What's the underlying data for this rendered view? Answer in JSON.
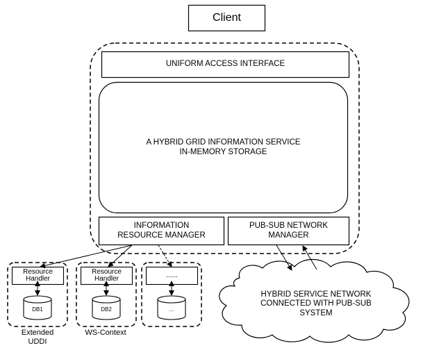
{
  "client": {
    "label": "Client"
  },
  "uniform_access_interface": {
    "label": "UNIFORM ACCESS INTERFACE"
  },
  "hybrid_service": {
    "line1": "A HYBRID GRID INFORMATION SERVICE",
    "line2": "IN-MEMORY STORAGE"
  },
  "information_resource_manager": {
    "line1": "INFORMATION",
    "line2": "RESOURCE MANAGER"
  },
  "pubsub_network_manager": {
    "line1": "PUB-SUB NETWORK",
    "line2": "MANAGER"
  },
  "backends": [
    {
      "handler_line1": "Resource",
      "handler_line2": "Handler",
      "db": "DB1",
      "caption_line1": "Extended",
      "caption_line2": "UDDI"
    },
    {
      "handler_line1": "Resource",
      "handler_line2": "Handler",
      "db": "DB2",
      "caption_line1": "WS-Context",
      "caption_line2": ""
    },
    {
      "handler_line1": "......",
      "handler_line2": "",
      "db": "...",
      "caption_line1": "",
      "caption_line2": ""
    }
  ],
  "cloud": {
    "line1": "HYBRID SERVICE  NETWORK",
    "line2": "CONNECTED WITH PUB-SUB",
    "line3": "SYSTEM"
  },
  "colors": {
    "stroke": "#000000",
    "background": "#ffffff"
  }
}
